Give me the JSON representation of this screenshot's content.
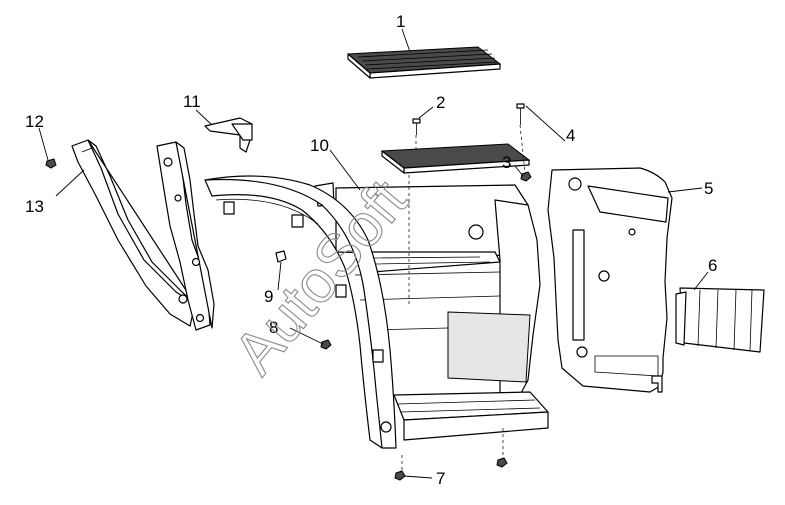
{
  "callouts": [
    "1",
    "2",
    "3",
    "4",
    "5",
    "6",
    "7",
    "8",
    "9",
    "10",
    "11",
    "12",
    "13"
  ],
  "watermark": "AutoSoft"
}
